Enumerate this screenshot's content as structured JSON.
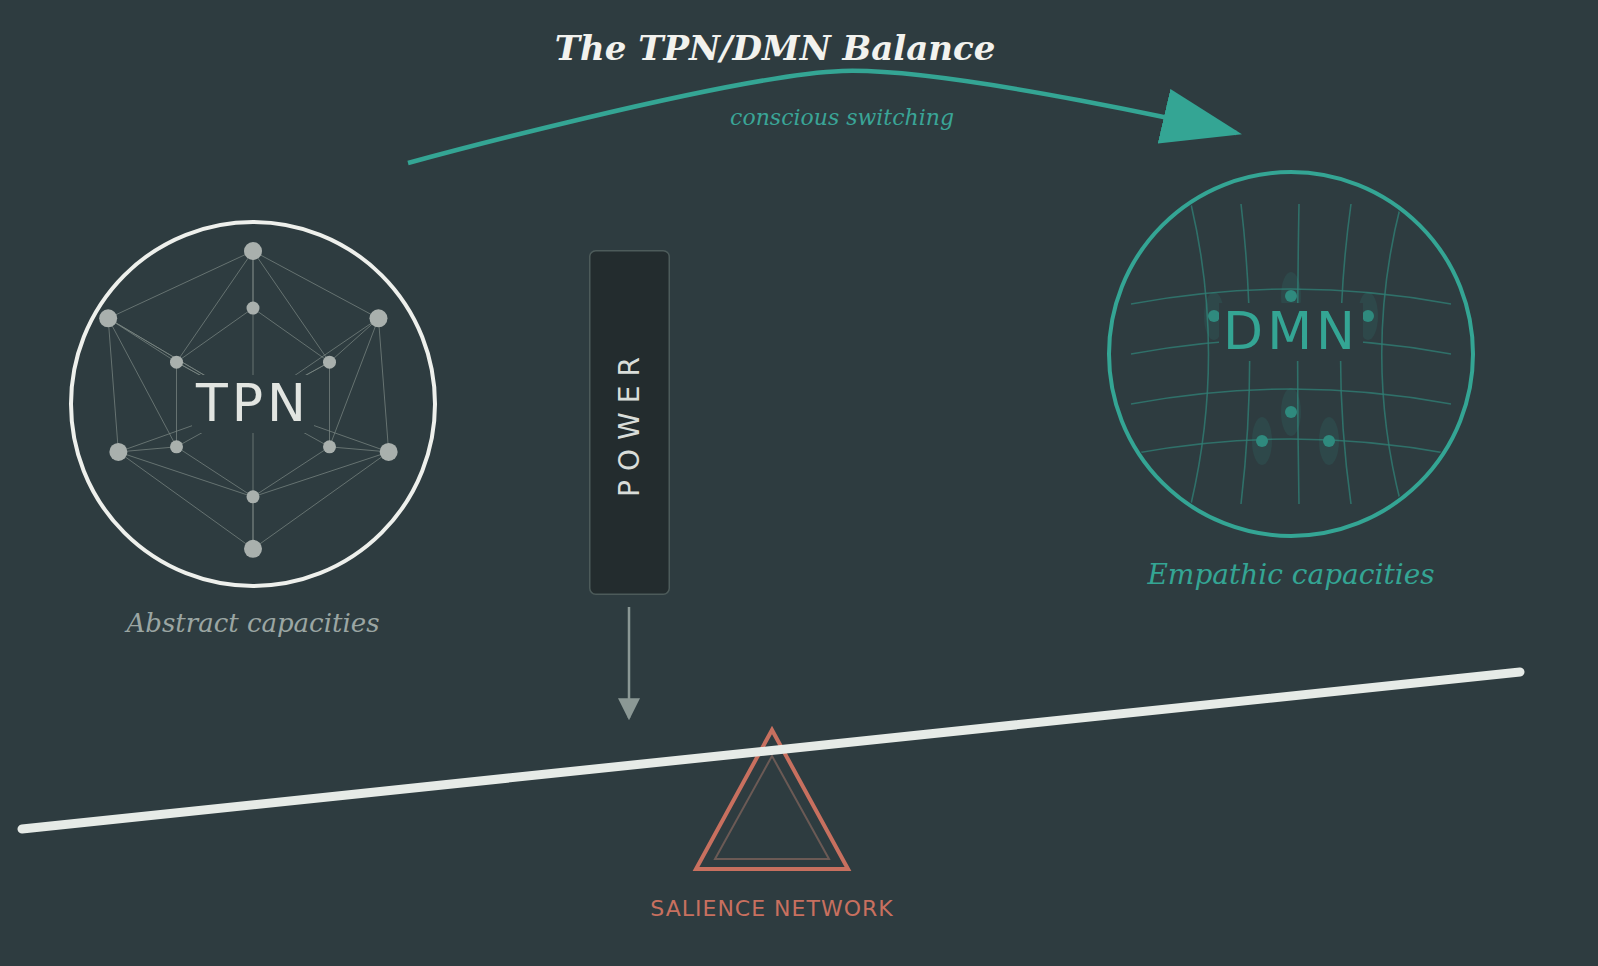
{
  "diagram": {
    "title": "The TPN/DMN Balance",
    "nodes": [
      {
        "text": [
          "TPN",
          "Abstract capacities"
        ]
      },
      {
        "text": [
          "POWER"
        ]
      },
      {
        "text": [
          "DMN",
          "Empathic capacities"
        ]
      },
      {
        "text": [
          "SALIENCE NETWORK"
        ]
      }
    ],
    "edges": [
      {
        "from": 0,
        "to": 2,
        "arrow": "to",
        "label": "conscious switching"
      }
    ]
  }
}
